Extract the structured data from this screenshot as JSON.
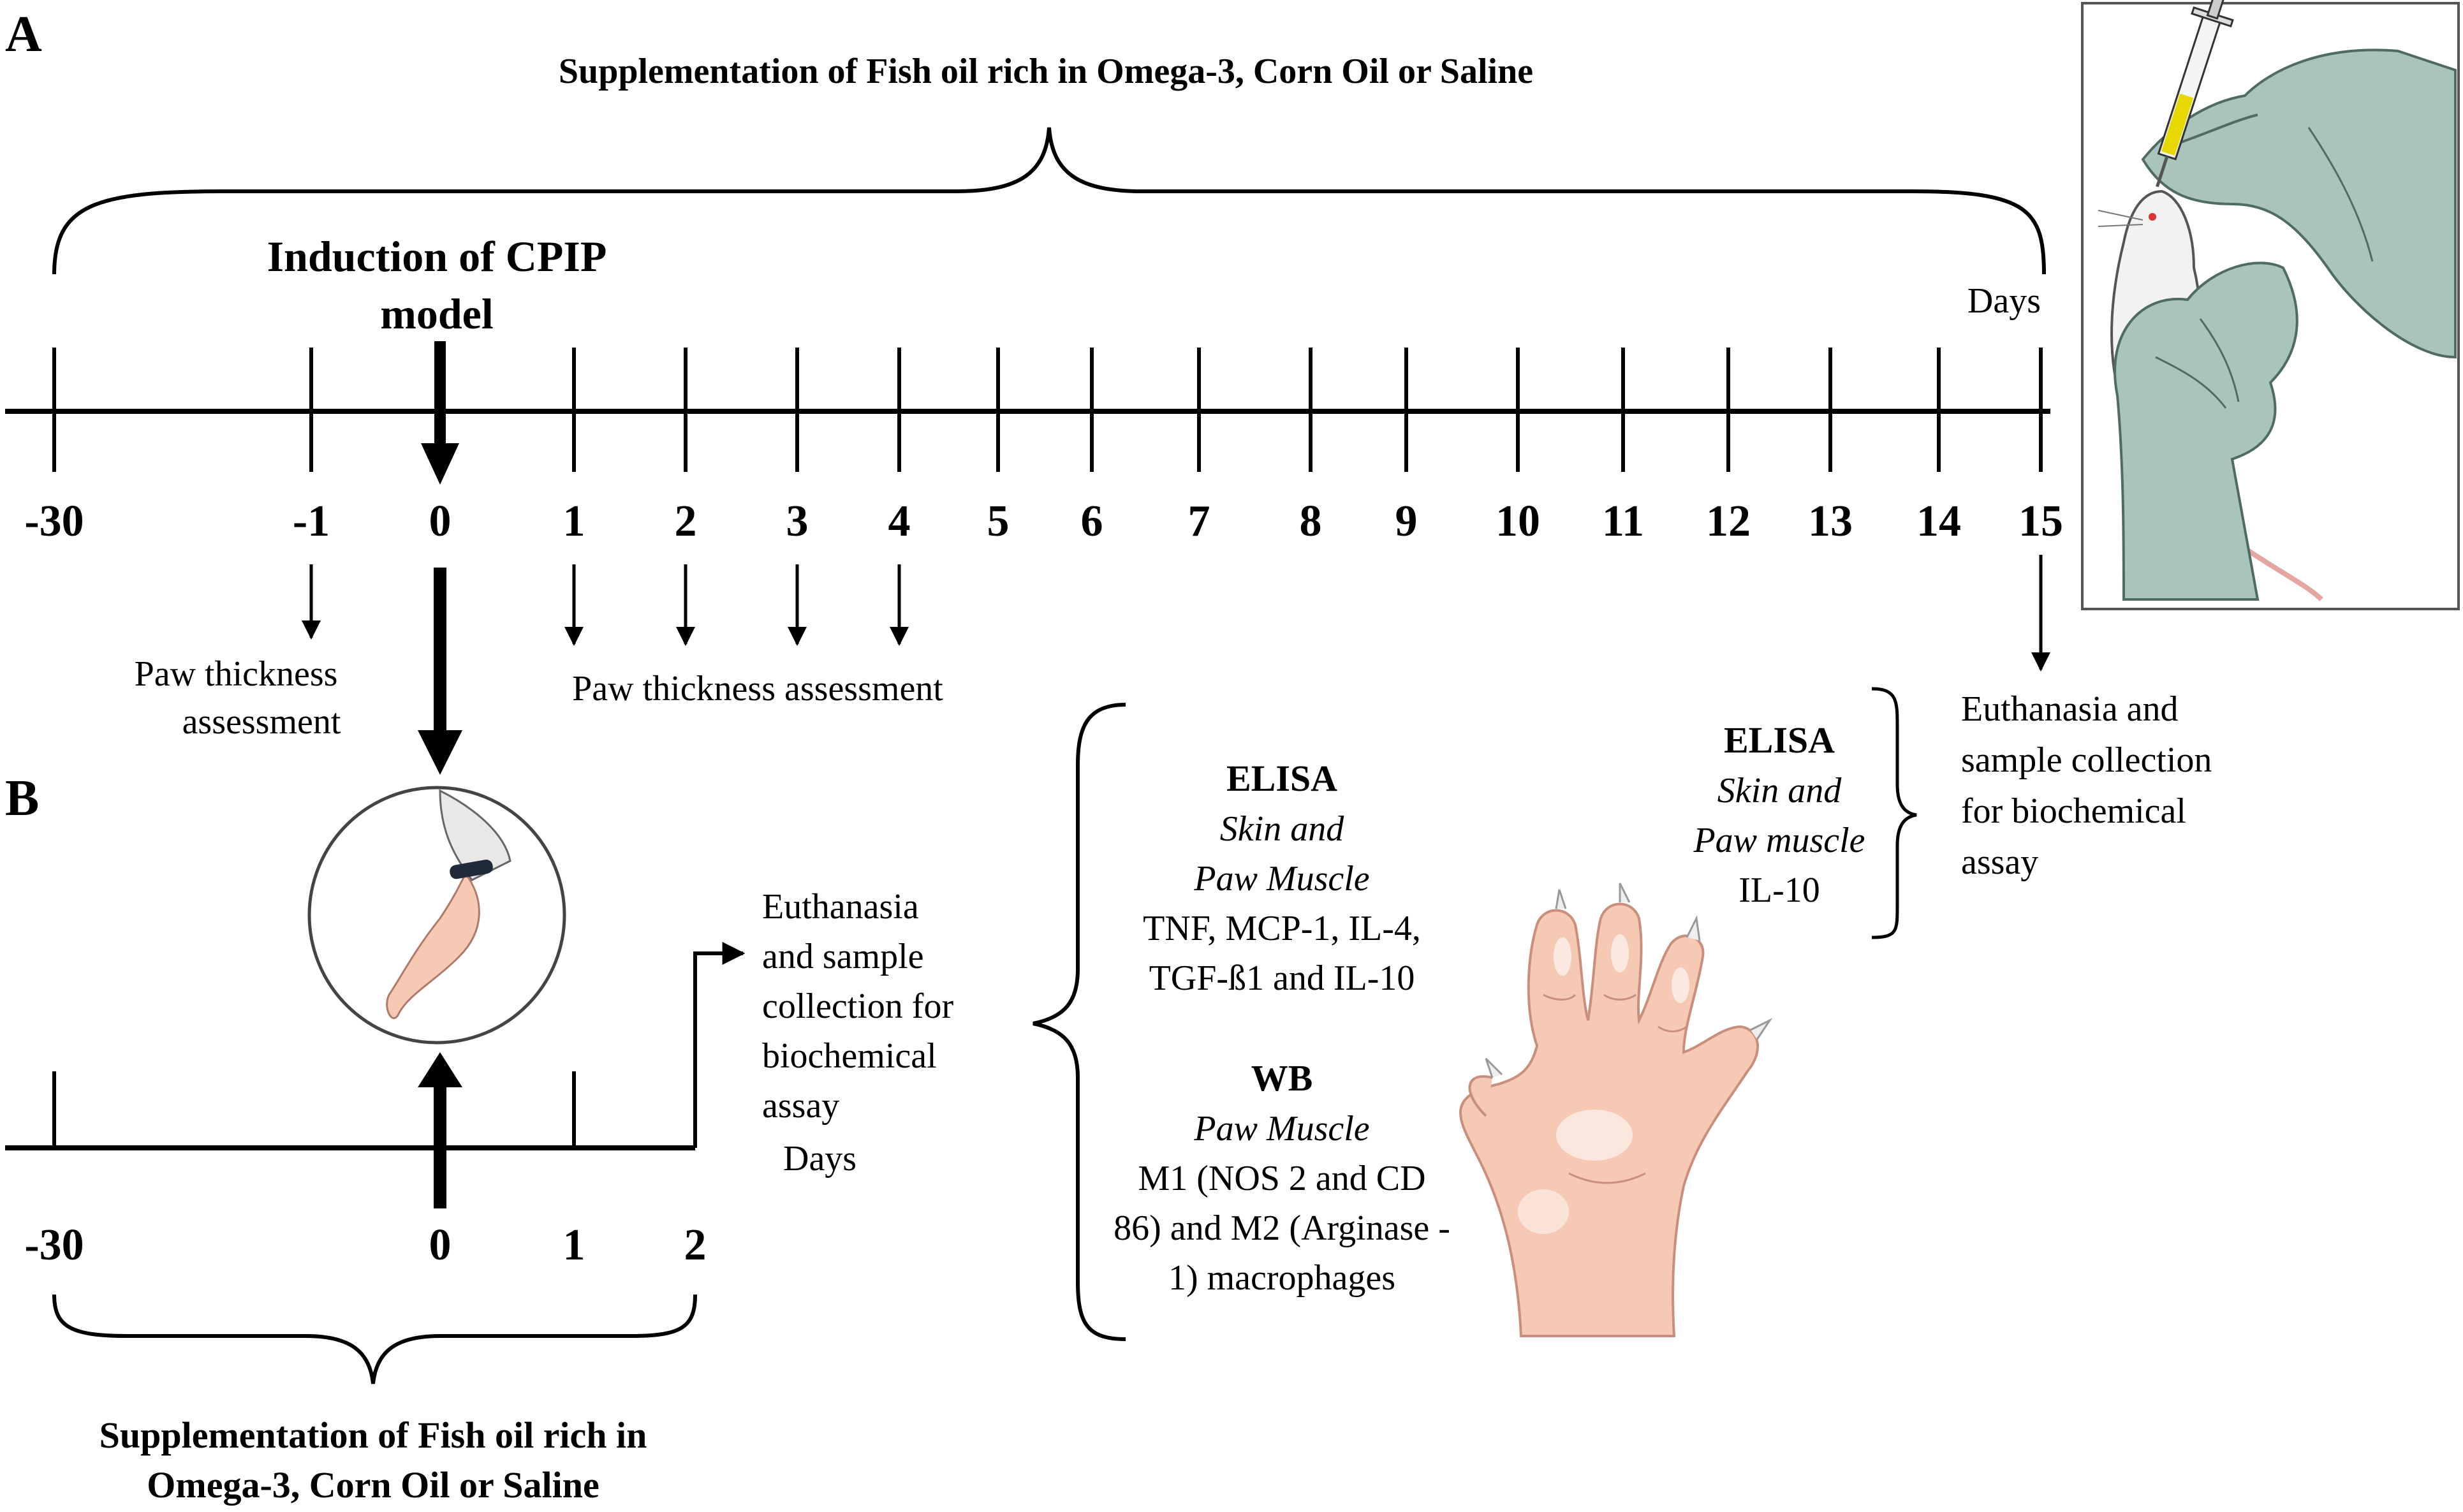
{
  "panel_a": {
    "letter": "A",
    "supplementation_title": "Supplementation of Fish oil rich in  Omega-3, Corn Oil or Saline",
    "induction_line1": "Induction of CPIP",
    "induction_line2": "model",
    "days_label": "Days",
    "ticks": [
      "-30",
      "-1",
      "0",
      "1",
      "2",
      "3",
      "4",
      "5",
      "6",
      "7",
      "8",
      "9",
      "10",
      "11",
      "12",
      "13",
      "14",
      "15"
    ],
    "paw_left_line1": "Paw thickness",
    "paw_left_line2": "assessment",
    "paw_mid": "Paw thickness assessment",
    "elisa_title": "ELISA",
    "elisa_line1": "Skin and",
    "elisa_line2": "Paw muscle",
    "elisa_line3": "IL-10",
    "euth_line1": "Euthanasia and",
    "euth_line2": "sample collection",
    "euth_line3": "for biochemical",
    "euth_line4": "assay"
  },
  "panel_b": {
    "letter": "B",
    "ticks": [
      "-30",
      "0",
      "1",
      "2"
    ],
    "days_label": "Days",
    "euth_line1": "Euthanasia",
    "euth_line2": "and sample",
    "euth_line3": "collection for",
    "euth_line4": "biochemical",
    "euth_line5": "assay",
    "elisa_title": "ELISA",
    "elisa_line1": "Skin and",
    "elisa_line2": "Paw Muscle",
    "elisa_line3": "TNF, MCP-1, IL-4,",
    "elisa_line4": "TGF-ß1 and IL-10",
    "wb_title": "WB",
    "wb_line1": "Paw Muscle",
    "wb_line2": "M1 (NOS 2 and CD",
    "wb_line3": "86) and M2 (Arginase -",
    "wb_line4": "1) macrophages",
    "supp_line1": "Supplementation of Fish oil rich in",
    "supp_line2": "Omega-3, Corn Oil or Saline"
  },
  "colors": {
    "glove": "#a9c4bd",
    "skin": "#f5c9b3",
    "rat": "#f2f2f2",
    "syringe_liquid": "#e6d800"
  }
}
